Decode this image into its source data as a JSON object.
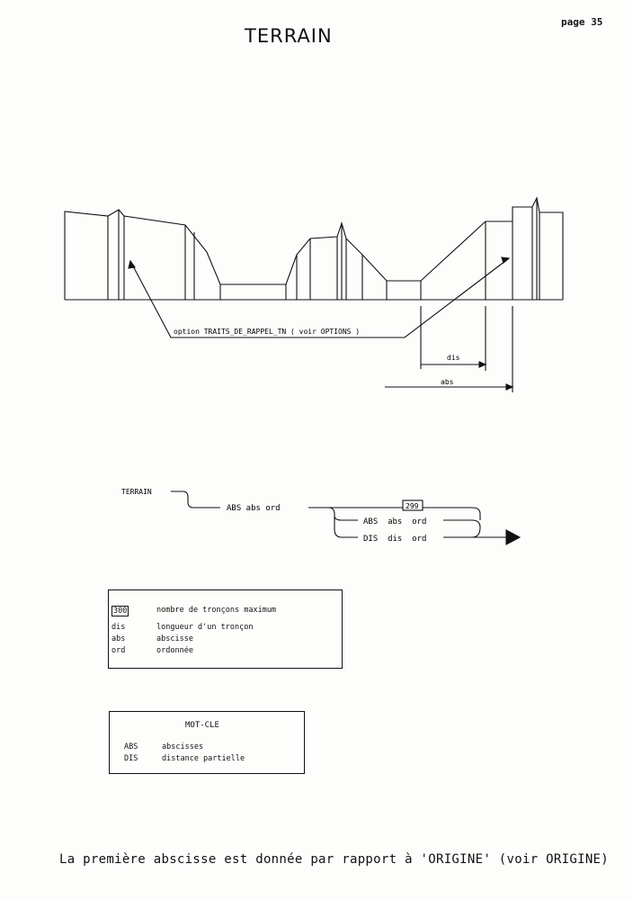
{
  "header": {
    "page_number": "page 35",
    "title": "TERRAIN"
  },
  "figure": {
    "callout": "option TRAITS_DE_RAPPEL_TN ( voir OPTIONS )",
    "dim_dis": "dis",
    "dim_abs": "abs"
  },
  "syntax": {
    "start": "TERRAIN",
    "first": "ABS abs ord",
    "repeat_limit": "299",
    "alt1": "ABS  abs  ord",
    "alt2": "DIS  dis  ord"
  },
  "legend": {
    "rows": [
      {
        "key": "300",
        "text": "nombre de tronçons maximum"
      },
      {
        "key": "dis",
        "text": "longueur d'un tronçon"
      },
      {
        "key": "abs",
        "text": "abscisse"
      },
      {
        "key": "ord",
        "text": "ordonnée"
      }
    ]
  },
  "keywords": {
    "title": "MOT-CLE",
    "rows": [
      {
        "key": "ABS",
        "text": "abscisses"
      },
      {
        "key": "DIS",
        "text": "distance partielle"
      }
    ]
  },
  "footer": "La première abscisse est donnée par rapport à 'ORIGINE' (voir ORIGINE)"
}
